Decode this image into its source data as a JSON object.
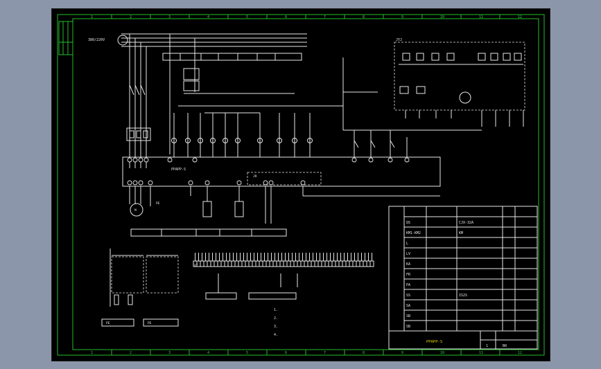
{
  "frame": {
    "col_numbers": [
      "1",
      "2",
      "3",
      "4",
      "5",
      "6",
      "7",
      "8",
      "9",
      "10",
      "11",
      "12"
    ]
  },
  "diagram": {
    "supply_label": "380/220V",
    "relay_box_label": "JYJ",
    "main_module": "PPAPP-S",
    "sub_module": "JR",
    "motor_symbol": "M",
    "ground_symbol": "PE",
    "terminal_strip_label": "XT",
    "bottom_labels": [
      "PE",
      "PE"
    ],
    "bottom_right_caption_lines": [
      "1.",
      "2.",
      "3.",
      "4."
    ]
  },
  "title_block": {
    "rows": [
      {
        "sym": "QS",
        "model": "CJX-32A"
      },
      {
        "sym": "KM1-KM2",
        "model": "KM"
      },
      {
        "sym": "L",
        "model": ""
      },
      {
        "sym": "LV",
        "model": ""
      },
      {
        "sym": "KA",
        "model": ""
      },
      {
        "sym": "FR",
        "model": ""
      },
      {
        "sym": "PA",
        "model": ""
      },
      {
        "sym": "SS",
        "model": "IS2S"
      },
      {
        "sym": "SA",
        "model": ""
      },
      {
        "sym": "SB",
        "model": ""
      },
      {
        "sym": "SB",
        "model": ""
      }
    ],
    "drawing_title": "PPAPP-S",
    "sheet_no": "1",
    "revision": "B0"
  }
}
